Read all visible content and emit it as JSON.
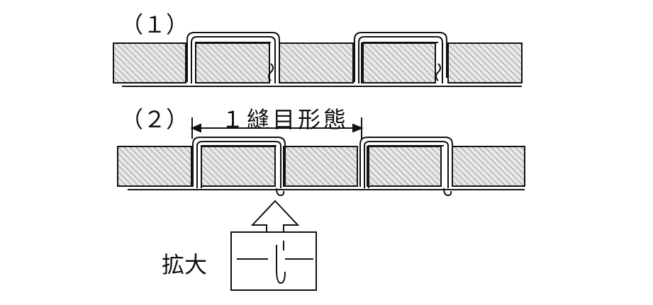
{
  "diagram": {
    "panel1_label": "（１）",
    "panel2_label": "（２）",
    "dimension_label": "１縫目形態",
    "enlarge_label": "拡大"
  },
  "style": {
    "line_color": "#111111",
    "hatch_color": "#9a9a9a",
    "fill_color": "#e6e6e6"
  }
}
